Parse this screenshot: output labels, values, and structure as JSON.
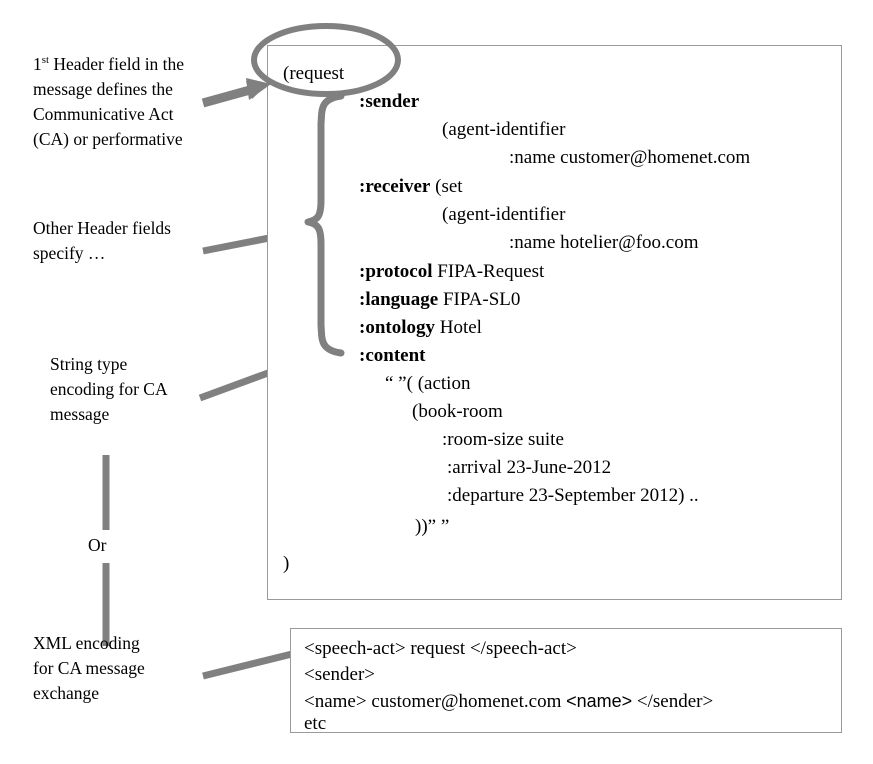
{
  "meta": {
    "title": "FIPA ACL message structure annotated diagram",
    "accent_gray": "#808080",
    "border_gray": "#9a9a9a",
    "background": "#ffffff",
    "text_color": "#000000"
  },
  "annotations": [
    {
      "id": "header-field-note",
      "name": "annotation-first-header-field",
      "lines": [
        "1st Header field in the",
        "message defines the",
        "Communicative Act",
        "(CA) or performative"
      ],
      "text": "1st Header field in the\nmessage defines the\nCommunicative Act\n(CA) or performative",
      "prefix_number": "1",
      "prefix_ordinal": "st",
      "rest": " Header field in the\nmessage defines the\nCommunicative Act\n(CA) or performative"
    },
    {
      "id": "other-header-note",
      "name": "annotation-other-header-fields",
      "text": "Other Header fields\nspecify …"
    },
    {
      "id": "string-encoding-note",
      "name": "annotation-string-type-encoding",
      "text": "String type\nencoding for CA\nmessage"
    },
    {
      "id": "or-label",
      "name": "annotation-or",
      "text": "Or"
    },
    {
      "id": "xml-encoding-note",
      "name": "annotation-xml-encoding",
      "text": "XML encoding\nfor CA message\nexchange"
    }
  ],
  "acl_message": {
    "box_name": "acl-message-box",
    "performative": "(request",
    "lines": [
      {
        "id": "performative",
        "indent": 0,
        "keyword": "",
        "text": "(request",
        "circled": true
      },
      {
        "id": "sender",
        "indent": 0,
        "keyword": ":sender",
        "text": ""
      },
      {
        "id": "sender-aid",
        "indent": 1,
        "keyword": "",
        "text": "(agent-identifier"
      },
      {
        "id": "sender-name",
        "indent": 2,
        "keyword": "",
        "text": ":name customer@homenet.com"
      },
      {
        "id": "receiver",
        "indent": 0,
        "keyword": ":receiver",
        "text": " (set"
      },
      {
        "id": "receiver-aid",
        "indent": 1,
        "keyword": "",
        "text": "(agent-identifier"
      },
      {
        "id": "receiver-name",
        "indent": 2,
        "keyword": "",
        "text": ":name hotelier@foo.com"
      },
      {
        "id": "protocol",
        "indent": 0,
        "keyword": ":protocol",
        "text": " FIPA-Request"
      },
      {
        "id": "language",
        "indent": 0,
        "keyword": ":language",
        "text": " FIPA-SL0"
      },
      {
        "id": "ontology",
        "indent": 0,
        "keyword": ":ontology",
        "text": " Hotel"
      },
      {
        "id": "content",
        "indent": 0,
        "keyword": ":content",
        "text": ""
      },
      {
        "id": "content-open",
        "indent": 3,
        "keyword": "",
        "text": "“ ”( (action"
      },
      {
        "id": "book-room",
        "indent": 4,
        "keyword": "",
        "text": "(book-room"
      },
      {
        "id": "room-size",
        "indent": 5,
        "keyword": "",
        "text": ":room-size suite"
      },
      {
        "id": "arrival",
        "indent": 5,
        "keyword": "",
        "text": ":arrival 23-June-2012"
      },
      {
        "id": "departure",
        "indent": 5,
        "keyword": "",
        "text": ":departure 23-September 2012) .."
      },
      {
        "id": "content-close",
        "indent": 4,
        "keyword": "",
        "text": "))” ”"
      },
      {
        "id": "msg-close",
        "indent": 0,
        "keyword": "",
        "text": ")"
      }
    ],
    "rendered": {
      "l_sender_kw": ":sender",
      "l_receiver_kw": ":receiver",
      "l_receiver_rest": " (set",
      "l_protocol_kw": ":protocol",
      "l_protocol_val": " FIPA-Request",
      "l_language_kw": ":language",
      "l_language_val": " FIPA-SL0",
      "l_ontology_kw": ":ontology",
      "l_ontology_val": " Hotel",
      "l_content_kw": ":content",
      "l_agent_identifier": "(agent-identifier",
      "l_sender_name": ":name customer@homenet.com",
      "l_receiver_name": ":name hotelier@foo.com",
      "l_content_open": "“ ”( (action",
      "l_book_room": "(book-room",
      "l_room_size": ":room-size suite",
      "l_arrival": ":arrival 23-June-2012",
      "l_departure": ":departure 23-September 2012) ..",
      "l_content_close": "))” ”",
      "l_msg_close": ")",
      "l_performative": "(request"
    }
  },
  "xml_message": {
    "box_name": "xml-message-box",
    "line1": "<speech-act> request </speech-act>",
    "line2": "<sender>",
    "line3_part1": "<name> customer@homenet.com ",
    "line3_sans": "<name>",
    "line3_part2": " </sender>",
    "line4": "etc"
  }
}
